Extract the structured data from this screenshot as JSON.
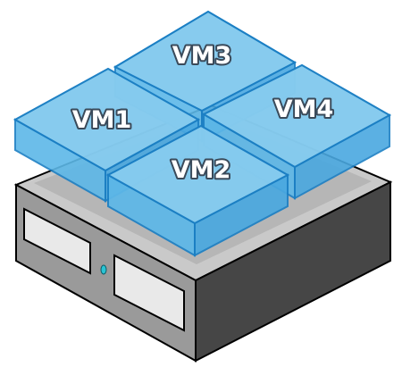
{
  "colors": {
    "server_top": "#c9c9c9",
    "server_front": "#9a9a9a",
    "server_side": "#464646",
    "server_top_dark": "#2f2f2f",
    "bay": "#e9e9e9",
    "led": "#29c4d4",
    "outline": "#000000",
    "vm_top": "#8ecff0",
    "vm_side_left": "#5db8e8",
    "vm_side_right": "#4aa8e0",
    "vm_edge": "#1b7fc4"
  },
  "server": {
    "icon": "server-icon",
    "drive_bays": [
      "drive-bay-left",
      "drive-bay-right"
    ],
    "indicator": "status-led"
  },
  "vms": [
    {
      "id": "vm1",
      "label": "VM1"
    },
    {
      "id": "vm2",
      "label": "VM2"
    },
    {
      "id": "vm3",
      "label": "VM3"
    },
    {
      "id": "vm4",
      "label": "VM4"
    }
  ]
}
